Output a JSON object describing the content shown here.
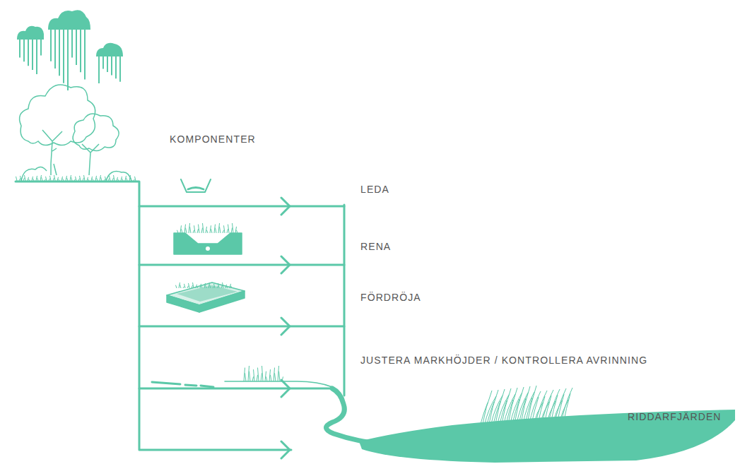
{
  "diagram": {
    "labels": [
      "KOMPONENTER",
      "LEDA",
      "RENA",
      "FÖRDRÖJA",
      "JUSTERA MARKHÖJDER / KONTROLLERA AVRINNING",
      "RIDDARFJÄRDEN"
    ]
  }
}
